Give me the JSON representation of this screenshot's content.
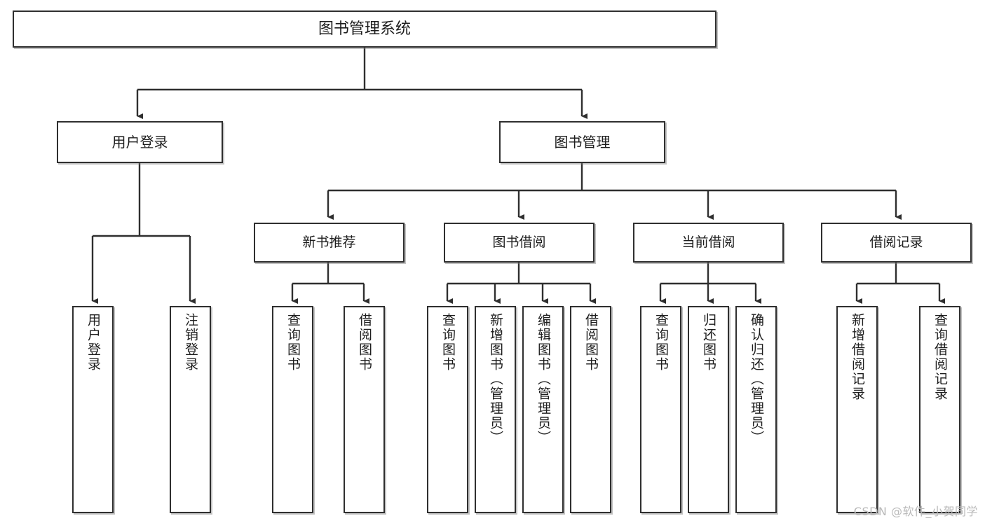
{
  "diagram": {
    "title": "图书管理系统",
    "type": "tree-hierarchy-diagram",
    "colors": {
      "box_border": "#2f2f2f",
      "box_fill": "#ffffff",
      "connector": "#2f2f2f",
      "text": "#1d1d1d",
      "watermark": "#b9b9b9",
      "background": "#ffffff"
    },
    "root": {
      "label": "图书管理系统"
    },
    "level1": [
      {
        "label": "用户登录"
      },
      {
        "label": "图书管理"
      }
    ],
    "level2": [
      {
        "label": "新书推荐"
      },
      {
        "label": "图书借阅"
      },
      {
        "label": "当前借阅"
      },
      {
        "label": "借阅记录"
      }
    ],
    "leaves": {
      "user_login": [
        {
          "label": "用户登录"
        },
        {
          "label": "注销登录"
        }
      ],
      "new_book_recommend": [
        {
          "label": "查询图书"
        },
        {
          "label": "借阅图书"
        }
      ],
      "book_borrow": [
        {
          "label": "查询图书"
        },
        {
          "label": "新增图书（管理员）"
        },
        {
          "label": "编辑图书（管理员）"
        },
        {
          "label": "借阅图书"
        }
      ],
      "current_borrow": [
        {
          "label": "查询图书"
        },
        {
          "label": "归还图书"
        },
        {
          "label": "确认归还（管理员）"
        }
      ],
      "borrow_record": [
        {
          "label": "新增借阅记录"
        },
        {
          "label": "查询借阅记录"
        }
      ]
    },
    "watermark": "CSDN @软件_小贺同学"
  }
}
